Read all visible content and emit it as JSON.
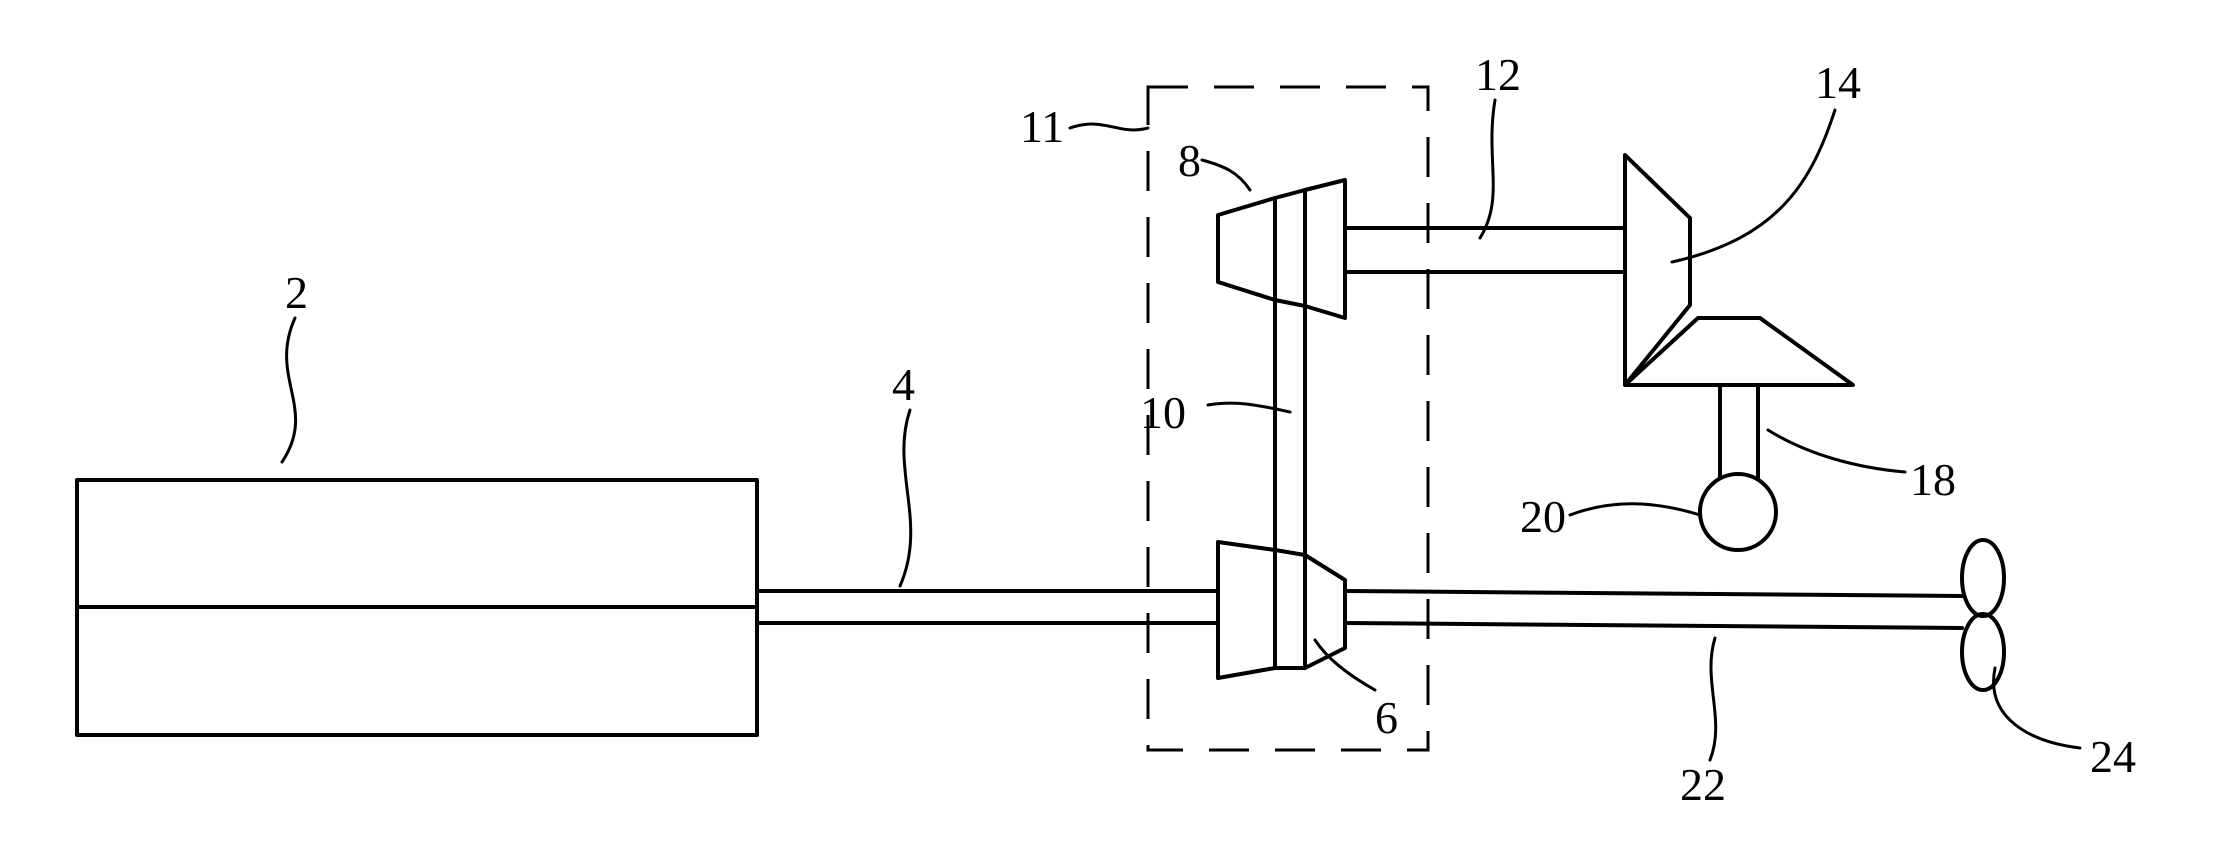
{
  "labels": {
    "engine": "2",
    "shaft_main": "4",
    "gear_lower": "6",
    "gear_upper": "8",
    "gear_shaft": "10",
    "transmission_box": "11",
    "shaft_upper": "12",
    "gearbox": "14",
    "shaft_vertical": "18",
    "generator": "20",
    "propeller_shaft": "22",
    "propeller": "24"
  }
}
